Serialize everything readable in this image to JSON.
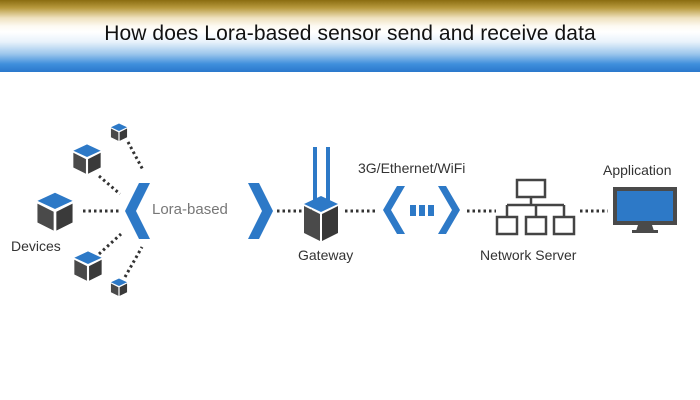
{
  "title": "How does Lora-based sensor send and receive data",
  "labels": {
    "devices": "Devices",
    "lora": "Lora-based",
    "gateway": "Gateway",
    "backhaul": "3G/Ethernet/WiFi",
    "network_server": "Network Server",
    "application": "Application"
  },
  "icons": {
    "device": "cube-icon",
    "gateway": "gateway-router-icon",
    "network_server": "network-tree-icon",
    "application": "monitor-icon"
  },
  "colors": {
    "accent_blue": "#2d79c7",
    "dark_icon": "#444444",
    "header_gold": "#8a6c10",
    "header_blue": "#2a78cc"
  }
}
